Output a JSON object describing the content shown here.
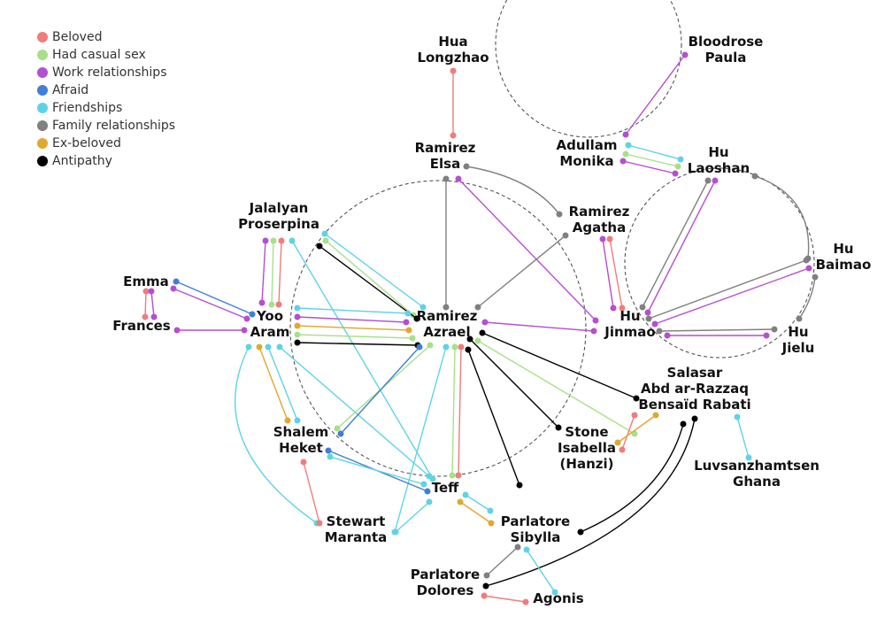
{
  "legend": [
    {
      "label": "Beloved",
      "key": "beloved"
    },
    {
      "label": "Had casual sex",
      "key": "casual"
    },
    {
      "label": "Work relationships",
      "key": "work"
    },
    {
      "label": "Afraid",
      "key": "afraid"
    },
    {
      "label": "Friendships",
      "key": "friend"
    },
    {
      "label": "Family relationships",
      "key": "family"
    },
    {
      "label": "Ex-beloved",
      "key": "exbeloved"
    },
    {
      "label": "Antipathy",
      "key": "antipathy"
    }
  ],
  "colors": {
    "beloved": "#f07c7c",
    "casual": "#a8e08a",
    "work": "#b44fd1",
    "afraid": "#3f7fd6",
    "friend": "#5fd3e6",
    "family": "#808080",
    "exbeloved": "#e0a830",
    "antipathy": "#000000",
    "circle": "#444444"
  },
  "nodes": [
    {
      "id": "hua",
      "lines": [
        "Hua",
        "Longzhao"
      ]
    },
    {
      "id": "bloodrose",
      "lines": [
        "Bloodrose",
        "Paula"
      ]
    },
    {
      "id": "elsa",
      "lines": [
        "Ramirez",
        "Elsa"
      ]
    },
    {
      "id": "adullam",
      "lines": [
        "Adullam",
        "Monika"
      ]
    },
    {
      "id": "laoshan",
      "lines": [
        "Hu",
        "Laoshan"
      ]
    },
    {
      "id": "jalalyan",
      "lines": [
        "Jalalyan",
        "Proserpina"
      ]
    },
    {
      "id": "agatha",
      "lines": [
        "Ramirez",
        "Agatha"
      ]
    },
    {
      "id": "baimao",
      "lines": [
        "Hu",
        "Baimao"
      ]
    },
    {
      "id": "emma",
      "lines": [
        "Emma"
      ]
    },
    {
      "id": "frances",
      "lines": [
        "Frances"
      ]
    },
    {
      "id": "yoo",
      "lines": [
        "Yoo",
        "Aram"
      ]
    },
    {
      "id": "azrael",
      "lines": [
        "Ramirez",
        "Azrael"
      ]
    },
    {
      "id": "jinmao",
      "lines": [
        "Hu",
        "Jinmao"
      ]
    },
    {
      "id": "jielu",
      "lines": [
        "Hu",
        "Jielu"
      ]
    },
    {
      "id": "salasar",
      "lines": [
        "Salasar",
        "Abd ar-Razzaq",
        "Bensaïd Rabati"
      ]
    },
    {
      "id": "shalem",
      "lines": [
        "Shalem",
        "Heket"
      ]
    },
    {
      "id": "stone",
      "lines": [
        "Stone",
        "Isabella",
        "(Hanzi)"
      ]
    },
    {
      "id": "luvsan",
      "lines": [
        "Luvsanzhamtsen",
        "Ghana"
      ]
    },
    {
      "id": "teff",
      "lines": [
        "Teff"
      ]
    },
    {
      "id": "stewart",
      "lines": [
        "Stewart",
        "Maranta"
      ]
    },
    {
      "id": "sibylla",
      "lines": [
        "Parlatore",
        "Sibylla"
      ]
    },
    {
      "id": "dolores",
      "lines": [
        "Parlatore",
        "Dolores"
      ]
    },
    {
      "id": "agonis",
      "lines": [
        "Agonis"
      ]
    }
  ],
  "links": [
    {
      "source": "hua",
      "target": "elsa",
      "type": "beloved"
    },
    {
      "source": "bloodrose",
      "target": "adullam",
      "type": "work"
    },
    {
      "source": "adullam",
      "target": "laoshan",
      "type": "friend"
    },
    {
      "source": "adullam",
      "target": "laoshan",
      "type": "casual"
    },
    {
      "source": "adullam",
      "target": "laoshan",
      "type": "work"
    },
    {
      "source": "elsa",
      "target": "azrael",
      "type": "family"
    },
    {
      "source": "elsa",
      "target": "jinmao",
      "type": "work"
    },
    {
      "source": "elsa",
      "target": "agatha",
      "type": "family"
    },
    {
      "source": "agatha",
      "target": "azrael",
      "type": "family"
    },
    {
      "source": "agatha",
      "target": "jinmao",
      "type": "work"
    },
    {
      "source": "agatha",
      "target": "jinmao",
      "type": "beloved"
    },
    {
      "source": "laoshan",
      "target": "baimao",
      "type": "family"
    },
    {
      "source": "laoshan",
      "target": "jinmao",
      "type": "family"
    },
    {
      "source": "laoshan",
      "target": "jinmao",
      "type": "work"
    },
    {
      "source": "baimao",
      "target": "jinmao",
      "type": "family"
    },
    {
      "source": "baimao",
      "target": "jinmao",
      "type": "work"
    },
    {
      "source": "baimao",
      "target": "jielu",
      "type": "family"
    },
    {
      "source": "jielu",
      "target": "jinmao",
      "type": "family"
    },
    {
      "source": "jielu",
      "target": "jinmao",
      "type": "work"
    },
    {
      "source": "jalalyan",
      "target": "yoo",
      "type": "work"
    },
    {
      "source": "jalalyan",
      "target": "yoo",
      "type": "casual"
    },
    {
      "source": "jalalyan",
      "target": "yoo",
      "type": "beloved"
    },
    {
      "source": "jalalyan",
      "target": "azrael",
      "type": "friend"
    },
    {
      "source": "jalalyan",
      "target": "azrael",
      "type": "casual"
    },
    {
      "source": "jalalyan",
      "target": "teff",
      "type": "friend"
    },
    {
      "source": "jalalyan",
      "target": "azrael",
      "type": "antipathy"
    },
    {
      "source": "emma",
      "target": "yoo",
      "type": "afraid"
    },
    {
      "source": "emma",
      "target": "yoo",
      "type": "work"
    },
    {
      "source": "emma",
      "target": "frances",
      "type": "beloved"
    },
    {
      "source": "emma",
      "target": "frances",
      "type": "work"
    },
    {
      "source": "frances",
      "target": "yoo",
      "type": "work"
    },
    {
      "source": "yoo",
      "target": "azrael",
      "type": "friend"
    },
    {
      "source": "yoo",
      "target": "azrael",
      "type": "work"
    },
    {
      "source": "yoo",
      "target": "azrael",
      "type": "exbeloved"
    },
    {
      "source": "yoo",
      "target": "azrael",
      "type": "casual"
    },
    {
      "source": "yoo",
      "target": "azrael",
      "type": "antipathy"
    },
    {
      "source": "yoo",
      "target": "shalem",
      "type": "exbeloved"
    },
    {
      "source": "yoo",
      "target": "shalem",
      "type": "friend"
    },
    {
      "source": "yoo",
      "target": "teff",
      "type": "friend"
    },
    {
      "source": "yoo",
      "target": "stewart",
      "type": "friend"
    },
    {
      "source": "azrael",
      "target": "jinmao",
      "type": "work"
    },
    {
      "source": "azrael",
      "target": "salasar",
      "type": "antipathy"
    },
    {
      "source": "azrael",
      "target": "stone",
      "type": "antipathy"
    },
    {
      "source": "azrael",
      "target": "stone",
      "type": "casual"
    },
    {
      "source": "azrael",
      "target": "shalem",
      "type": "casual"
    },
    {
      "source": "azrael",
      "target": "shalem",
      "type": "afraid"
    },
    {
      "source": "azrael",
      "target": "teff",
      "type": "casual"
    },
    {
      "source": "azrael",
      "target": "teff",
      "type": "beloved"
    },
    {
      "source": "azrael",
      "target": "stewart",
      "type": "friend"
    },
    {
      "source": "azrael",
      "target": "sibylla",
      "type": "antipathy"
    },
    {
      "source": "salasar",
      "target": "stone",
      "type": "beloved"
    },
    {
      "source": "salasar",
      "target": "stone",
      "type": "exbeloved"
    },
    {
      "source": "salasar",
      "target": "luvsan",
      "type": "friend"
    },
    {
      "source": "salasar",
      "target": "sibylla",
      "type": "antipathy"
    },
    {
      "source": "salasar",
      "target": "dolores",
      "type": "antipathy"
    },
    {
      "source": "shalem",
      "target": "stewart",
      "type": "beloved"
    },
    {
      "source": "shalem",
      "target": "teff",
      "type": "afraid"
    },
    {
      "source": "shalem",
      "target": "teff",
      "type": "friend"
    },
    {
      "source": "teff",
      "target": "stewart",
      "type": "friend"
    },
    {
      "source": "teff",
      "target": "sibylla",
      "type": "exbeloved"
    },
    {
      "source": "teff",
      "target": "sibylla",
      "type": "friend"
    },
    {
      "source": "sibylla",
      "target": "dolores",
      "type": "family"
    },
    {
      "source": "sibylla",
      "target": "agonis",
      "type": "friend"
    },
    {
      "source": "dolores",
      "target": "agonis",
      "type": "beloved"
    }
  ]
}
